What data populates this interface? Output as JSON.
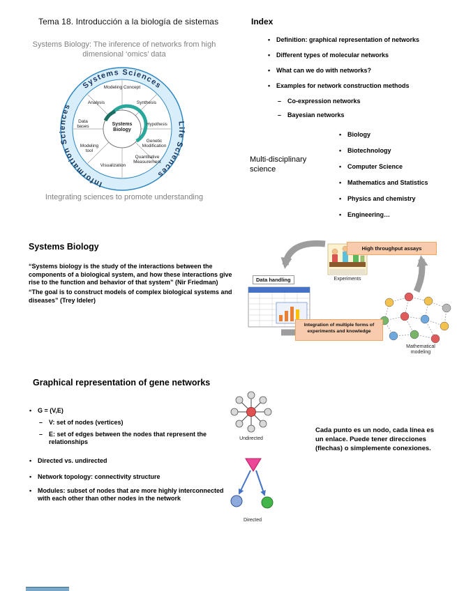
{
  "slide1": {
    "title": "Tema 18. Introducción a la biología de sistemas",
    "subtitle": "Systems Biology: The inference of networks from high dimensional ‘omics’ data",
    "caption": "Integrating sciences to promote understanding",
    "ring": {
      "top": "Systems Sciences",
      "right": "Life Sciences",
      "left": "Information Sciences"
    },
    "segments": {
      "modeling_concept": "Modeling Concept",
      "analysis": "Analysis",
      "synthesis": "Synthesis",
      "databases": "Data bases",
      "hypothesis": "Hypothesis",
      "modeling_tool": "Modeling tool",
      "genetic_modification": "Genetic Modification",
      "visualization": "Visualization",
      "quantitative_measurement": "Quantitative Measurement",
      "center": "Systems Biology"
    }
  },
  "index": {
    "title": "Index",
    "items": [
      "Definition: graphical representation of networks",
      "Different types of molecular networks",
      "What can we do with networks?",
      "Examples for network construction methods"
    ],
    "subitems": [
      "Co-expression networks",
      "Bayesian networks"
    ],
    "multidisciplinary_label": "Multi-disciplinary science",
    "disciplines": [
      "Biology",
      "Biotechnology",
      "Computer Science",
      "Mathematics and Statistics",
      "Physics and chemistry",
      "Engineering…"
    ]
  },
  "systems_biology": {
    "title": "Systems Biology",
    "quote1": "“Systems biology is the study of the interactions between the components of a biological system, and how these interactions give rise to the function and behavior of that system” (Nir Friedman)",
    "quote2": "“The goal is to construct models of complex biological systems and diseases” (Trey Ideler)",
    "cycle": {
      "assays": "High throughput assays",
      "experiments": "Experiments",
      "data_handling": "Data handling",
      "integration": "Integration of multiple forms of experiments and knowledge",
      "modeling": "Mathematical modeling"
    }
  },
  "gene_networks": {
    "title": "Graphical representation of gene networks",
    "bullets": [
      {
        "level": 1,
        "text": "G =  (V,E)"
      },
      {
        "level": 2,
        "text": "V: set of nodes (vertices)"
      },
      {
        "level": 2,
        "text": "E: set of edges between the nodes that represent the relationships"
      },
      {
        "level": 1,
        "text": "Directed vs. undirected"
      },
      {
        "level": 1,
        "text": "Network topology: connectivity structure"
      },
      {
        "level": 1,
        "text": "Modules: subset of nodes that are more highly interconnected with each other than other nodes in the network"
      }
    ],
    "undirected_caption": "Undirected",
    "directed_caption": "Directed",
    "note": "Cada punto es un nodo, cada línea es un enlace. Puede tener direcciones (flechas) o simplemente conexiones."
  }
}
